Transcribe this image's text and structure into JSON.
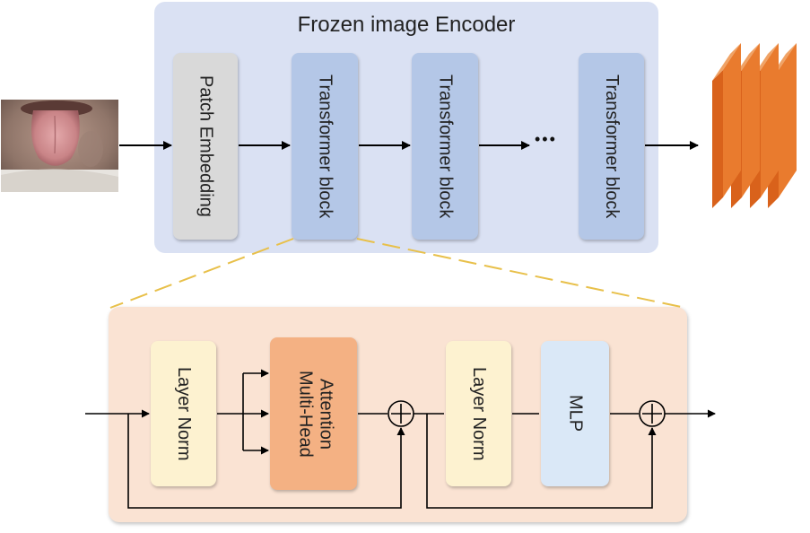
{
  "encoder": {
    "title": "Frozen image Encoder",
    "patch_embedding": "Patch Embedding",
    "blocks": [
      "Transformer block",
      "Transformer block",
      "Transformer block"
    ],
    "ellipsis": "•••"
  },
  "block_detail": {
    "layer_norm_1": "Layer Norm",
    "mha_line1": "Multi-Head",
    "mha_line2": "Attention",
    "layer_norm_2": "Layer Norm",
    "mlp": "MLP"
  },
  "colors": {
    "encoder_bg": "#dae1f3",
    "block_bg": "#fae3d3",
    "patch_embedding": "#d9d9d9",
    "transformer_block": "#b4c7e7",
    "layer_norm": "#fdf2d0",
    "attention": "#f4b183",
    "mlp": "#dae8f7",
    "feature_map": "#e97b2e",
    "zoom_line": "#e8c04a"
  },
  "icons": [
    "tongue-photo",
    "feature-map-stack",
    "plus-circle-icon"
  ]
}
